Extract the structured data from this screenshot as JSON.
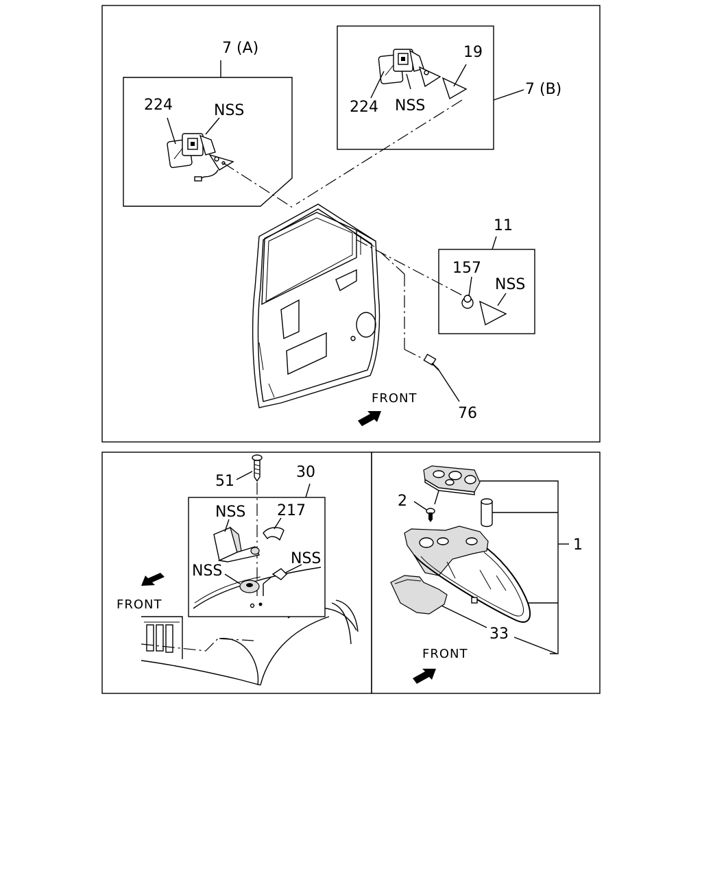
{
  "panels": {
    "top": {
      "callouts": {
        "mirror_a": "7 (A)",
        "mirror_b": "7 (B)",
        "glass_a": "224",
        "nss_a": "NSS",
        "glass_b": "224",
        "nss_b": "NSS",
        "cover_b": "19",
        "kit": "11",
        "cap": "157",
        "nss_kit": "NSS",
        "bolt": "76"
      },
      "front_label": "FRONT"
    },
    "bottom_left": {
      "callouts": {
        "screw": "51",
        "assy": "30",
        "nss_upper": "NSS",
        "part217": "217",
        "nss_lower_left": "NSS",
        "nss_lower_right": "NSS"
      },
      "front_label": "FRONT"
    },
    "bottom_right": {
      "callouts": {
        "screw": "2",
        "assy": "1",
        "bracket": "33"
      },
      "front_label": "FRONT"
    }
  }
}
